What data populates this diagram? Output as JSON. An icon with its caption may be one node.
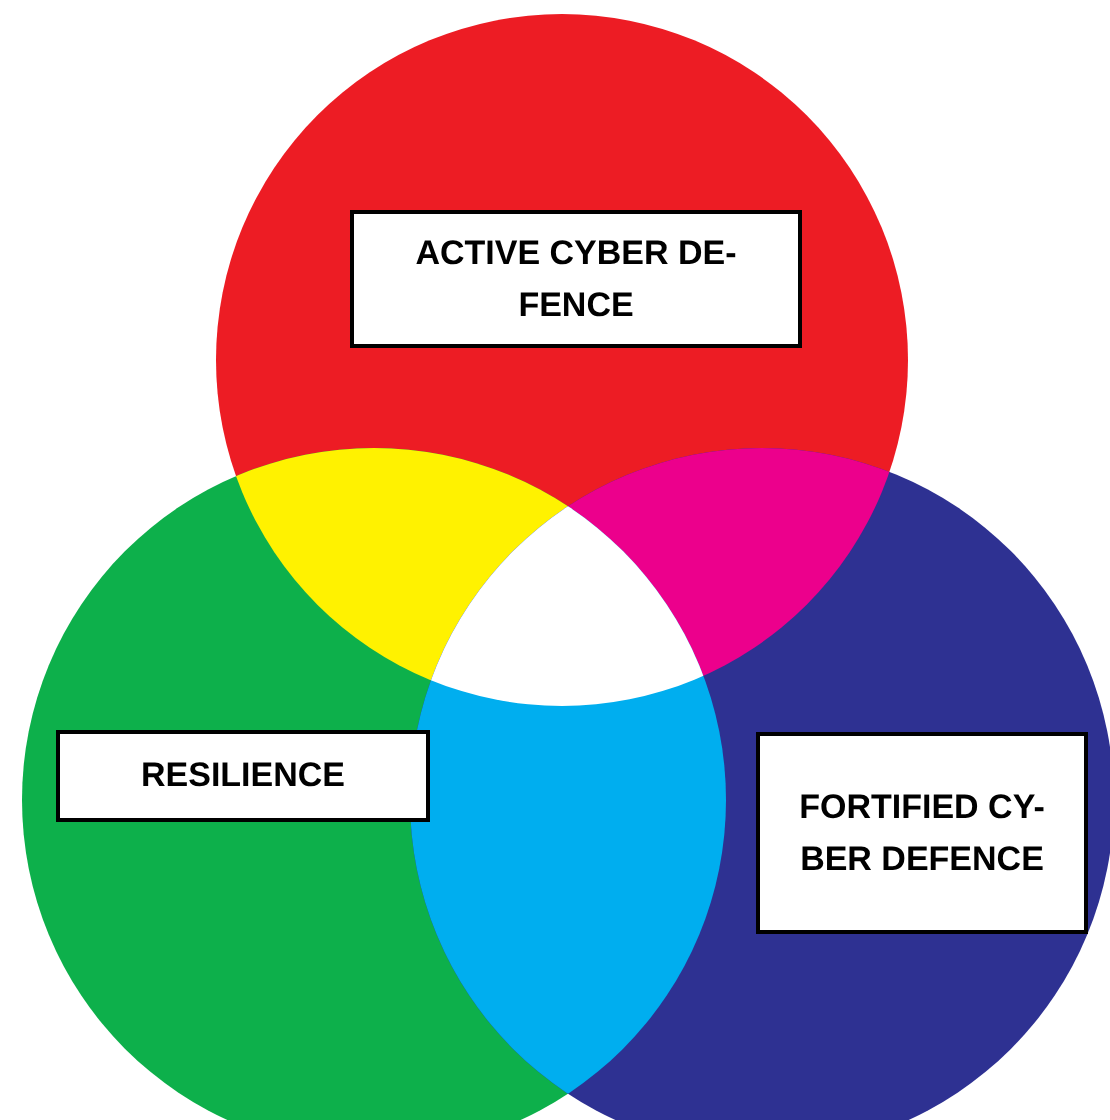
{
  "diagram": {
    "nodes": [
      {
        "text": [
          "ACTIVE CYBER DE- FENCE"
        ]
      },
      {
        "text": [
          "RESILIENCE"
        ]
      },
      {
        "text": [
          "FORTIFIED CY- BER DEFENCE"
        ]
      }
    ]
  }
}
